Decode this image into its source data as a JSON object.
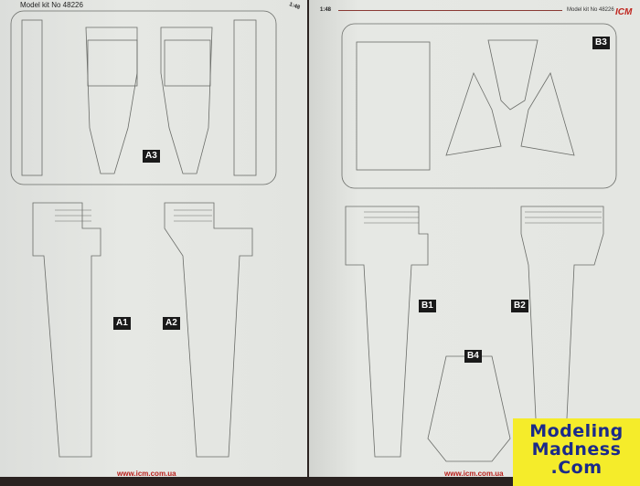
{
  "left_page": {
    "header_text": "Model kit No 48226",
    "scale": "1:48",
    "parts": [
      "A3",
      "A1",
      "A2"
    ],
    "footer_url": "www.icm.com.ua"
  },
  "right_page": {
    "scale": "1:48",
    "header_text": "Model kit No 48226",
    "logo": "ICM",
    "parts": [
      "B3",
      "B1",
      "B2",
      "B4"
    ],
    "footer_url": "www.icm.com.ua"
  },
  "watermark": {
    "line1": "Modeling",
    "line2": "Madness",
    "line3": ".Com"
  },
  "colors": {
    "paper": "#e4e6e2",
    "line": "#6a6c68",
    "url": "#b8201c",
    "watermark_bg": "#f5ec2a",
    "watermark_text": "#1b2a8a"
  }
}
